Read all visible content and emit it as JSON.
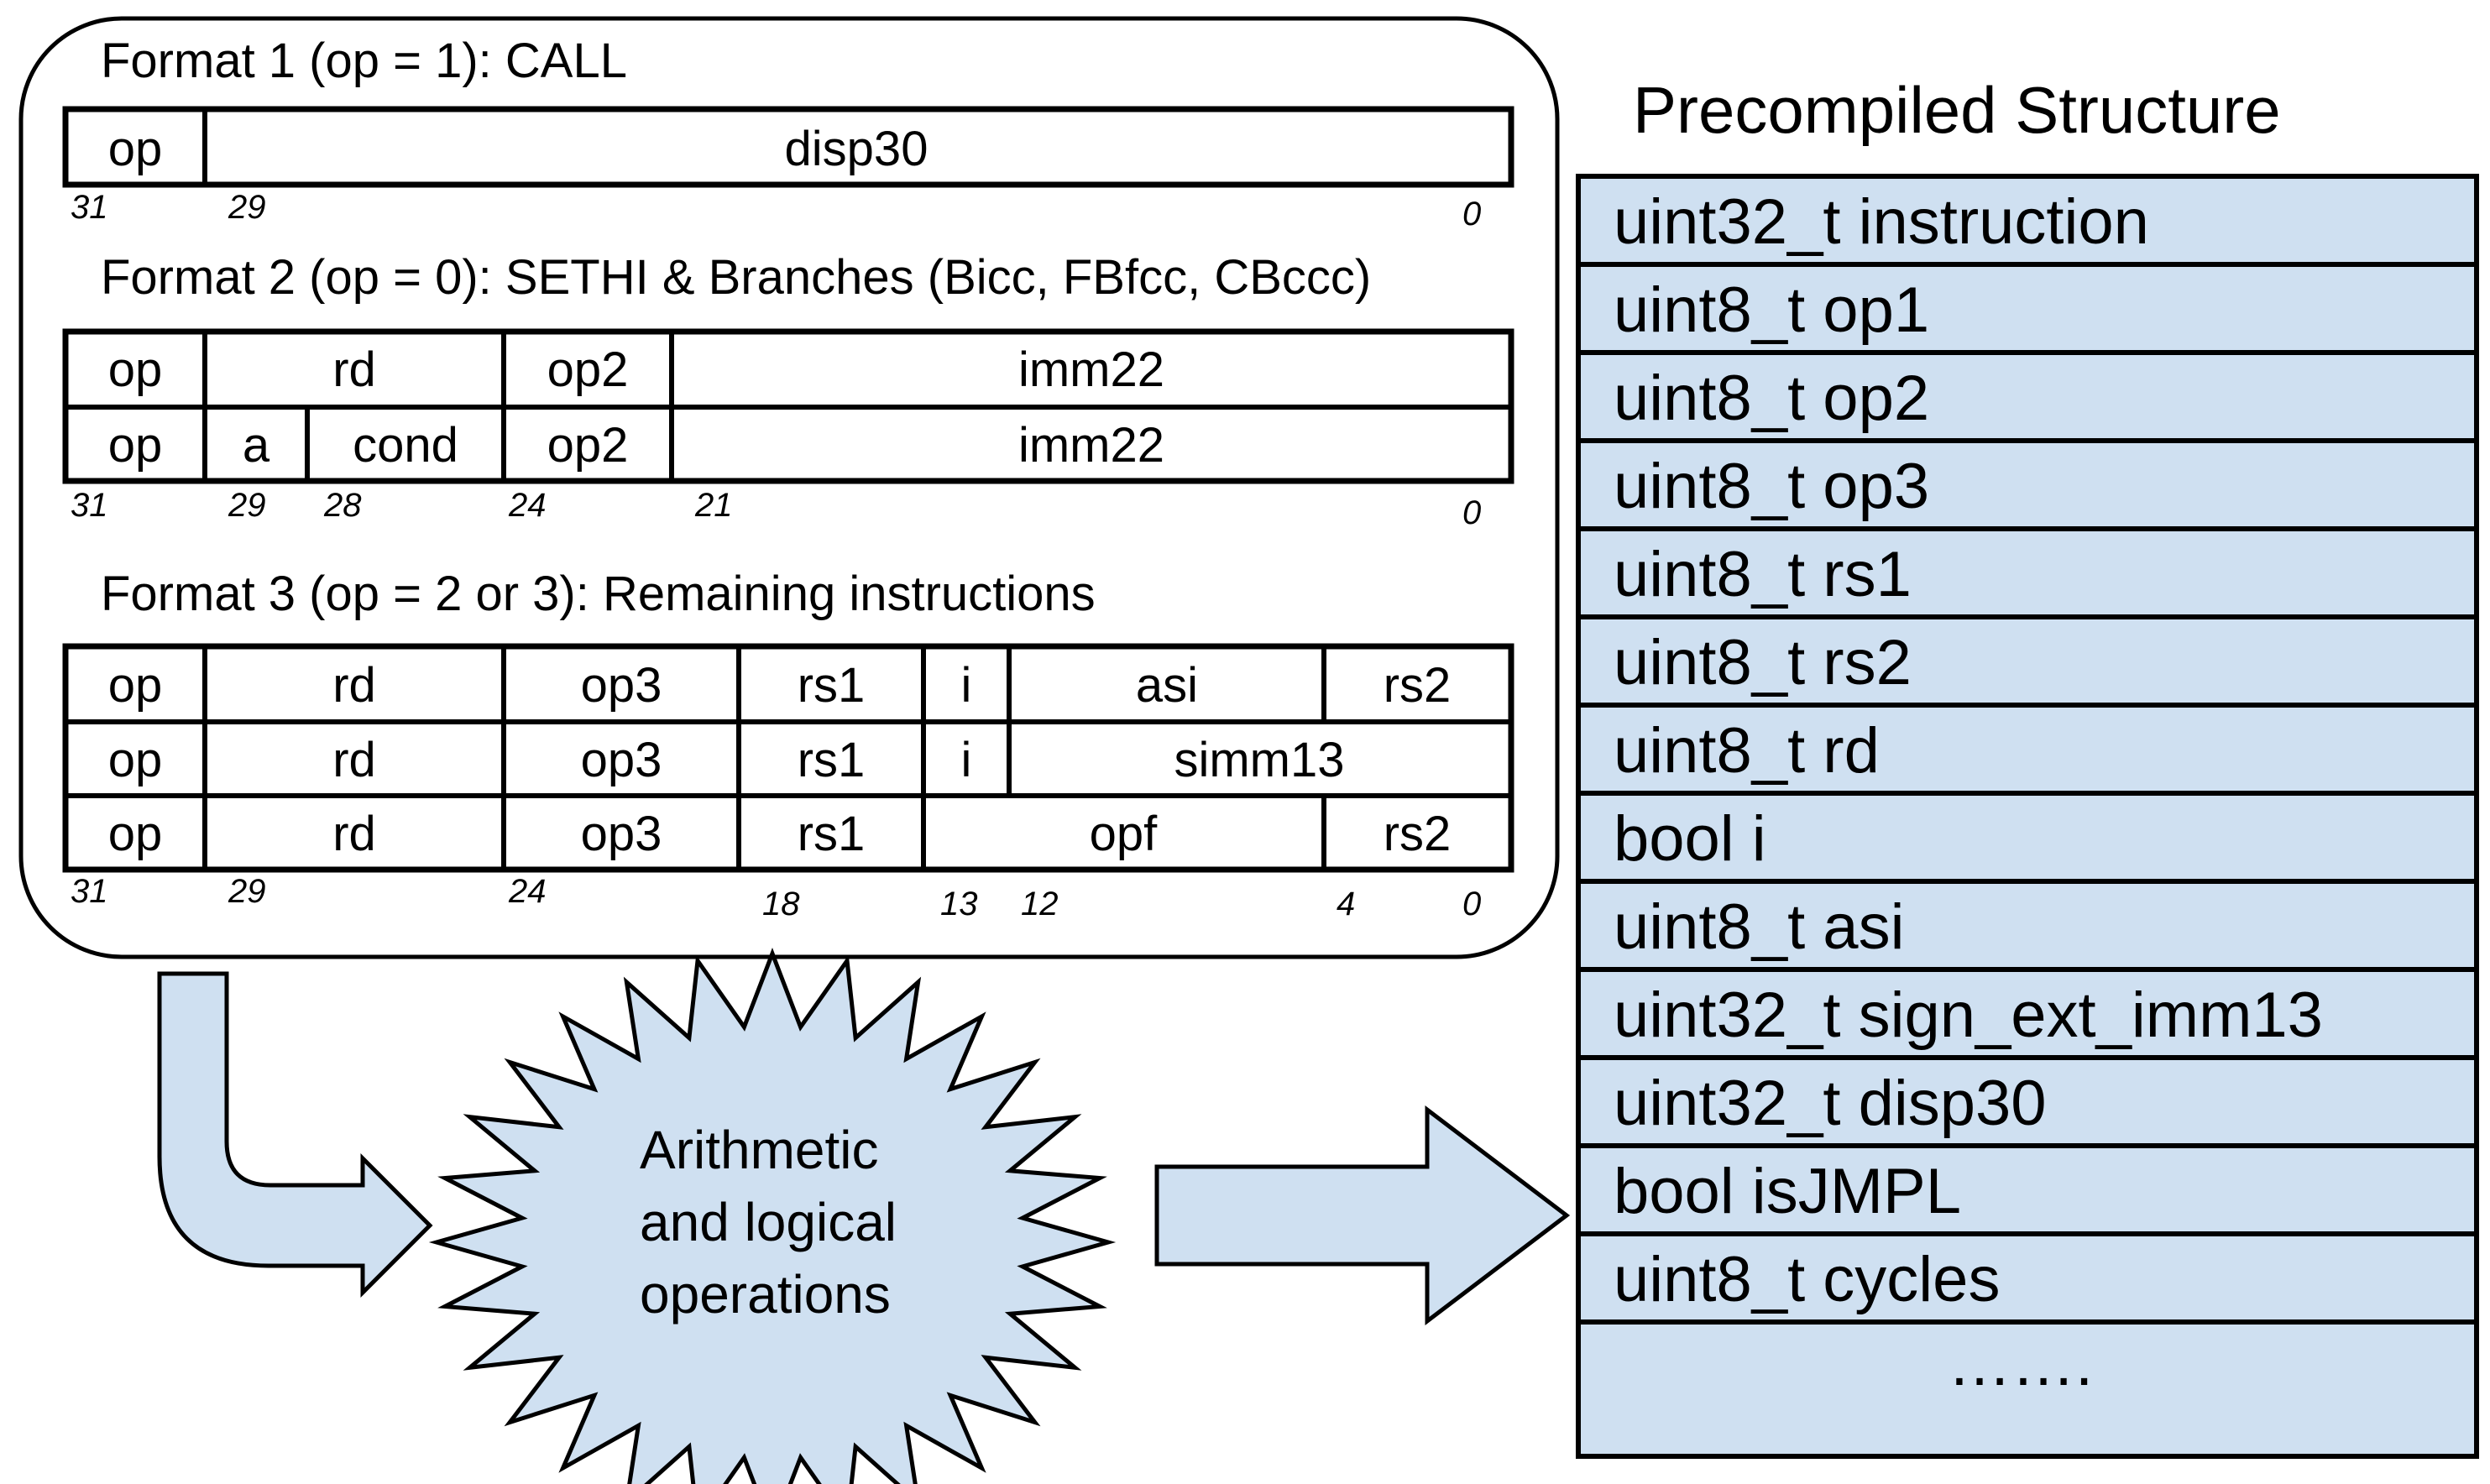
{
  "format1": {
    "label": "Format 1 (op = 1): CALL",
    "fields": [
      "op",
      "disp30"
    ],
    "bits": [
      "31",
      "29",
      "0"
    ]
  },
  "format2": {
    "label": "Format 2 (op = 0): SETHI & Branches (Bicc, FBfcc, CBccc)",
    "row1": [
      "op",
      "rd",
      "op2",
      "imm22"
    ],
    "row2": [
      "op",
      "a",
      "cond",
      "op2",
      "imm22"
    ],
    "bits": [
      "31",
      "29",
      "28",
      "24",
      "21",
      "0"
    ]
  },
  "format3": {
    "label": "Format 3 (op = 2 or 3): Remaining instructions",
    "row1": [
      "op",
      "rd",
      "op3",
      "rs1",
      "i",
      "asi",
      "rs2"
    ],
    "row2": [
      "op",
      "rd",
      "op3",
      "rs1",
      "i",
      "simm13"
    ],
    "row3": [
      "op",
      "rd",
      "op3",
      "rs1",
      "opf",
      "rs2"
    ],
    "bits": [
      "31",
      "29",
      "24",
      "18",
      "13",
      "12",
      "4",
      "0"
    ]
  },
  "process": {
    "lines": [
      "Arithmetic",
      "and logical",
      "operations"
    ]
  },
  "structure": {
    "title": "Precompiled Structure",
    "fields": [
      "uint32_t instruction",
      "uint8_t op1",
      "uint8_t op2",
      "uint8_t op3",
      "uint8_t rs1",
      "uint8_t rs2",
      "uint8_t rd",
      "bool i",
      "uint8_t asi",
      "uint32_t sign_ext_imm13",
      "uint32_t disp30",
      "bool isJMPL",
      "uint8_t cycles",
      "……."
    ]
  },
  "colors": {
    "fill": "#cfe0f1",
    "stroke": "#000000"
  }
}
